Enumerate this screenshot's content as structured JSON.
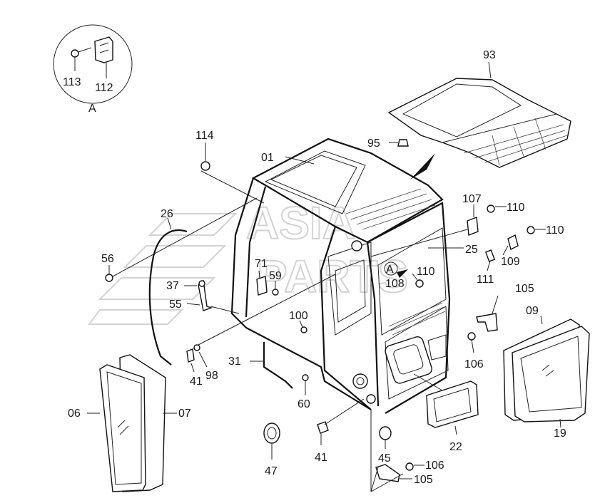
{
  "diagram": {
    "title": "",
    "watermark": [
      "ASIA",
      "PARTS"
    ],
    "detail_view": {
      "label": "A",
      "parts": [
        "113",
        "112"
      ]
    },
    "callouts": {
      "93": "93",
      "95": "95",
      "114": "114",
      "01": "01",
      "26": "26",
      "56": "56",
      "37": "37",
      "55": "55",
      "71": "71",
      "59": "59",
      "100": "100",
      "41a": "41",
      "98": "98",
      "31": "31",
      "60": "60",
      "107": "107",
      "110a": "110",
      "110b": "110",
      "25": "25",
      "a_marker": "A",
      "110c": "110",
      "108": "108",
      "109": "109",
      "111": "111",
      "105a": "105",
      "106a": "106",
      "09": "09",
      "19": "19",
      "22": "22",
      "06": "06",
      "07": "07",
      "47": "47",
      "41b": "41",
      "45": "45",
      "106b": "106",
      "105b": "105"
    }
  }
}
